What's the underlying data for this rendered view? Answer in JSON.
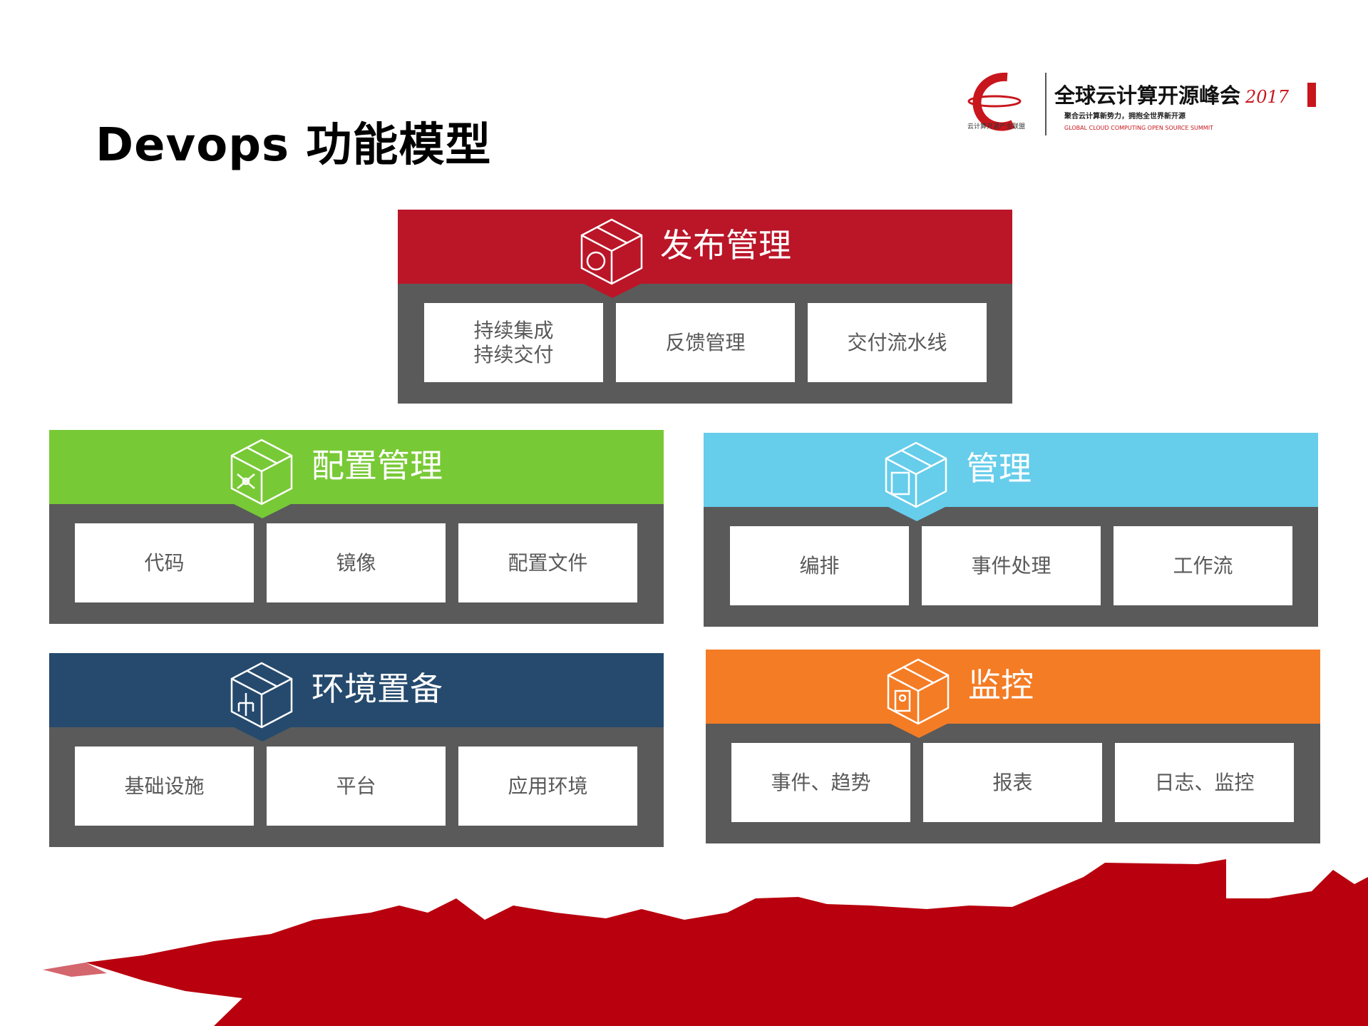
{
  "title": "Devops 功能模型",
  "logo": {
    "org": "云计算开源产业联盟",
    "event": "全球云计算开源峰会2017",
    "slogan": "聚合云计算新势力，拥抱全世界新开源",
    "english": "GLOBAL CLOUD COMPUTING OPEN SOURCE SUMMIT"
  },
  "colors": {
    "red": "#BA1628",
    "green": "#78C936",
    "blue": "#66CDEB",
    "navy": "#254A6E",
    "orange": "#F47C25",
    "gray": "#5A5A5A"
  },
  "blocks": [
    {
      "title": "发布管理",
      "icon": "cube-cycle-icon",
      "items": [
        "持续集成\n持续交付",
        "反馈管理",
        "交付流水线"
      ]
    },
    {
      "title": "配置管理",
      "icon": "cube-network-icon",
      "items": [
        "代码",
        "镜像",
        "配置文件"
      ]
    },
    {
      "title": "管理",
      "icon": "cube-panel-icon",
      "items": [
        "编排",
        "事件处理",
        "工作流"
      ]
    },
    {
      "title": "环境置备",
      "icon": "cube-tree-icon",
      "items": [
        "基础设施",
        "平台",
        "应用环境"
      ]
    },
    {
      "title": "监控",
      "icon": "cube-monitor-icon",
      "items": [
        "事件、趋势",
        "报表",
        "日志、监控"
      ]
    }
  ]
}
